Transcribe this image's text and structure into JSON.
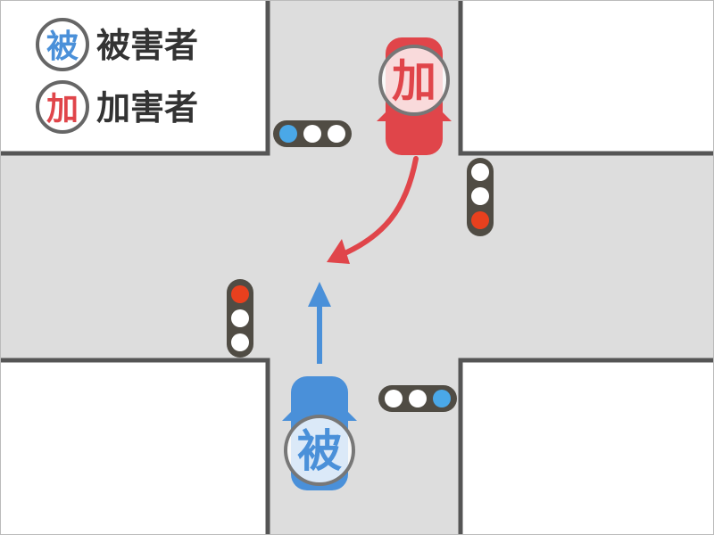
{
  "legend": {
    "victim": {
      "symbol": "被",
      "label": "被害者"
    },
    "offender": {
      "symbol": "加",
      "label": "加害者"
    }
  },
  "vehicles": {
    "offender_badge": "加",
    "victim_badge": "被"
  },
  "signals": {
    "top_left_horizontal": [
      "blue",
      "off",
      "off"
    ],
    "right_vertical": [
      "off",
      "off",
      "red"
    ],
    "left_vertical": [
      "red",
      "off",
      "off"
    ],
    "bottom_right_horizontal": [
      "off",
      "off",
      "blue"
    ]
  },
  "colors": {
    "victim": "#4a90d9",
    "offender": "#e0454a",
    "road": "#dddddd",
    "curb": "#555555",
    "signal_housing": "#504c44",
    "signal_red": "#e8401e",
    "signal_blue": "#4aa8e8"
  }
}
